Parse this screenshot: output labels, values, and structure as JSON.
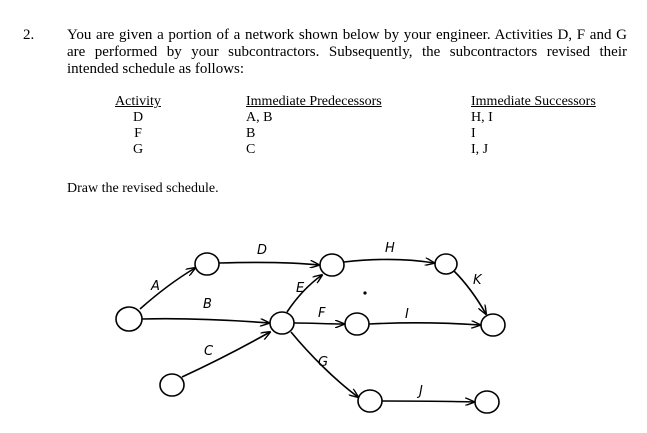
{
  "question": {
    "number": "2.",
    "text": "You are given a portion of a network shown below by your engineer. Activities D, F and G are performed by your subcontractors. Subsequently, the subcontractors revised their intended schedule as follows:"
  },
  "table": {
    "headers": [
      "Activity",
      "Immediate Predecessors",
      "Immediate Successors"
    ],
    "rows": [
      {
        "activity": "D",
        "predecessors": "A, B",
        "successors": "H, I"
      },
      {
        "activity": "F",
        "predecessors": "B",
        "successors": "I"
      },
      {
        "activity": "G",
        "predecessors": "C",
        "successors": "I, J"
      }
    ]
  },
  "instruction": "Draw the revised schedule.",
  "network": {
    "activity_labels": [
      "A",
      "B",
      "C",
      "D",
      "E",
      "F",
      "G",
      "H",
      "I",
      "J",
      "K"
    ]
  }
}
